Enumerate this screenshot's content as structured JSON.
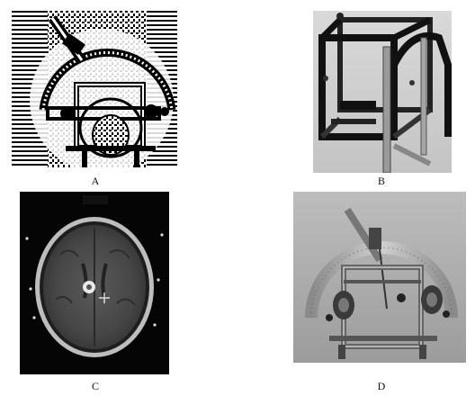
{
  "figure": {
    "panels": [
      {
        "letter": "A",
        "content": "stereotactic-frame-line-art"
      },
      {
        "letter": "B",
        "content": "cubic-frame-photo"
      },
      {
        "letter": "C",
        "content": "axial-mri-scan"
      },
      {
        "letter": "D",
        "content": "arc-frame-photo"
      }
    ]
  }
}
